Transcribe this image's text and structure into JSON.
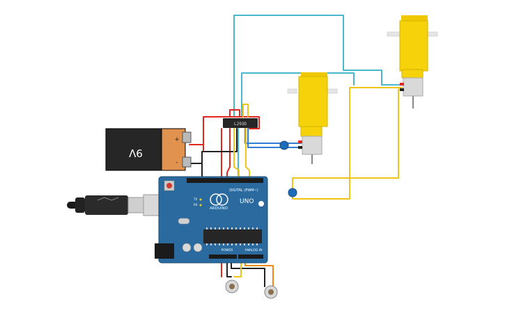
{
  "battery": {
    "label": "9V",
    "plus": "+",
    "minus": "-"
  },
  "driver": {
    "label": "L293D"
  },
  "arduino": {
    "logo": "ARDUINO",
    "model": "UNO",
    "digital_label": "DIGITAL (PWM~)",
    "power_label": "POWER",
    "analog_label": "ANALOG IN",
    "tx": "TX",
    "rx": "RX"
  },
  "colors": {
    "wire_red": "#e0261f",
    "wire_black": "#222222",
    "wire_cyan": "#4ab8cc",
    "wire_blue": "#2f7fd6",
    "wire_yellow": "#f0c419",
    "wire_orange": "#f08a10",
    "board": "#2a6a9e",
    "motor": "#f5d20a"
  }
}
